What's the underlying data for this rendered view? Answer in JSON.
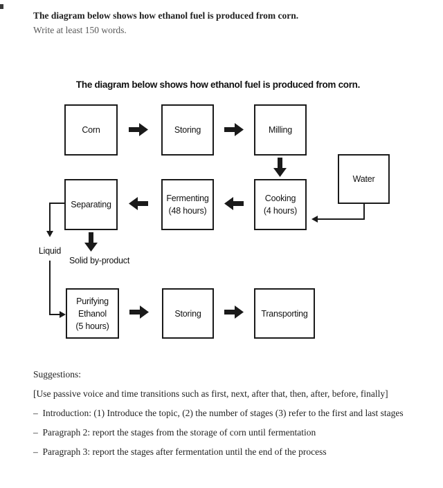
{
  "page": {
    "prompt_bold": "The diagram below shows how ethanol fuel is produced from corn.",
    "prompt_sub": "Write at least 150 words."
  },
  "diagram": {
    "title": "The diagram below shows how ethanol fuel is produced from corn.",
    "boxes": {
      "corn": "Corn",
      "storing_top": "Storing",
      "milling": "Milling",
      "water": "Water",
      "separating": "Separating",
      "fermenting": "Fermenting\n(48 hours)",
      "cooking": "Cooking\n(4 hours)",
      "purifying": "Purifying\nEthanol\n(5 hours)",
      "storing_bottom": "Storing",
      "transporting": "Transporting"
    },
    "labels": {
      "liquid": "Liquid",
      "solid": "Solid by-product"
    }
  },
  "suggestions": {
    "heading": "Suggestions:",
    "items": [
      "[Use passive voice and time transitions such as first, next, after that, then, after, before, finally]",
      "– Introduction: (1) Introduce the topic, (2) the number of stages (3) refer to the first and last stages",
      "– Paragraph 2: report the stages from the storage of corn until fermentation",
      "– Paragraph 3: report the stages after fermentation until the end of the process"
    ]
  },
  "colors": {
    "ink": "#1a1a1a",
    "body_text": "#222222",
    "muted_text": "#595959",
    "background": "#ffffff"
  }
}
